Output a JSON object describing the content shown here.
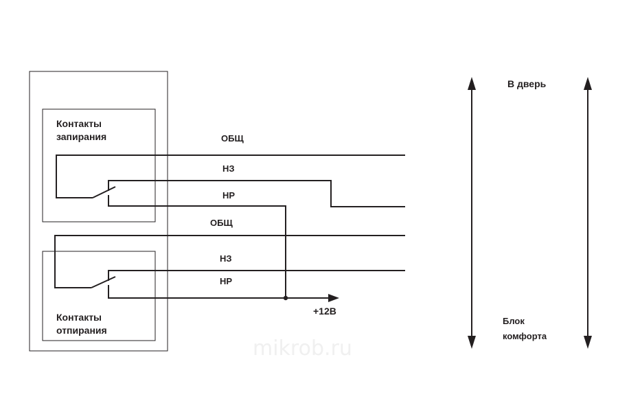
{
  "lock_block": {
    "title_line1": "Контакты",
    "title_line2": "запирания"
  },
  "unlock_block": {
    "title_line1": "Контакты",
    "title_line2": "отпирания"
  },
  "wires": {
    "common_top": "ОБЩ",
    "nc_top": "НЗ",
    "no_top": "НР",
    "common_bottom": "ОБЩ",
    "nc_bottom": "НЗ",
    "no_bottom": "НР"
  },
  "power_label": "+12В",
  "door_label": "В дверь",
  "comfort_block": {
    "line1": "Блок",
    "line2": "комфорта"
  },
  "watermark": "mikrob.ru"
}
